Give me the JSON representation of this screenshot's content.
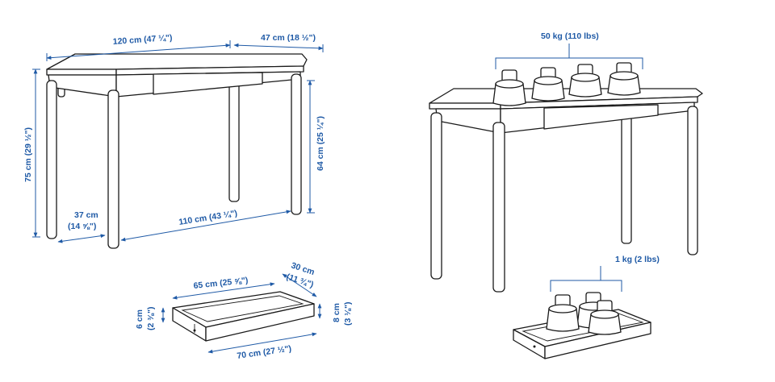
{
  "colors": {
    "dimension": "#1f5aa6",
    "line": "#1a1a1a",
    "background": "#ffffff"
  },
  "dimensions": {
    "desk_width": "120 cm (47 ¼\")",
    "desk_depth": "47 cm (18 ½\")",
    "desk_height": "75 cm (29 ½\")",
    "under_height": "64 cm (25 ¼\")",
    "leg_depth_cm": "37 cm",
    "leg_depth_in": "(14 ⅝\")",
    "leg_width": "110 cm (43 ¼\")",
    "drawer_inner_width": "65 cm (25 ⅝\")",
    "drawer_depth_cm": "30 cm",
    "drawer_depth_in": "(11 ¾\")",
    "drawer_inner_height_cm": "6 cm",
    "drawer_inner_height_in": "(2 ⅜\")",
    "drawer_outer_height_cm": "8 cm",
    "drawer_outer_height_in": "(3 ⅛\")",
    "drawer_outer_width": "70 cm (27 ½\")"
  },
  "loads": {
    "tabletop": "50 kg (110 lbs)",
    "drawer": "1 kg (2 lbs)"
  }
}
